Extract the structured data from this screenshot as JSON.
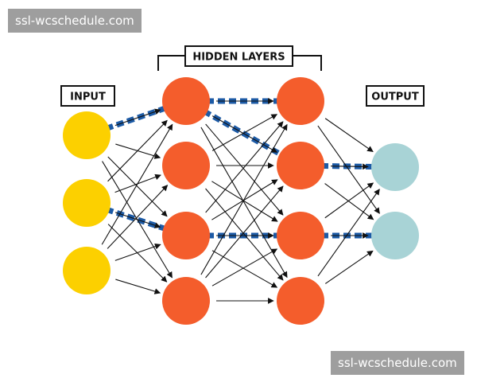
{
  "watermark": {
    "top": "ssl-wcschedule.com",
    "bottom": "ssl-wcschedule.com"
  },
  "labels": {
    "input": "INPUT",
    "hidden": "HIDDEN LAYERS",
    "output": "OUTPUT"
  },
  "colors": {
    "input": "#fcd000",
    "hidden": "#f45d2c",
    "output": "#a8d3d6",
    "highlight": "#1c5aa5",
    "arrow": "#111111"
  }
}
